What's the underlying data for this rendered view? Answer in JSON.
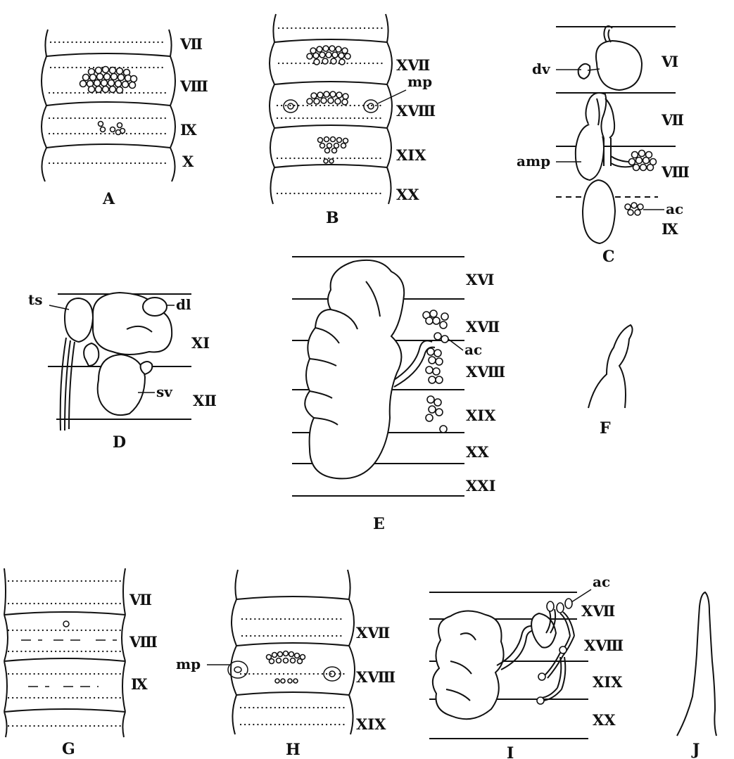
{
  "panels": {
    "A": {
      "label": "A",
      "segments": [
        "Ⅶ",
        "Ⅷ",
        "Ⅸ",
        "Ⅹ"
      ]
    },
    "B": {
      "label": "B",
      "segments": [
        "XⅦ",
        "XⅧ",
        "XIX",
        "XX"
      ],
      "callouts": {
        "mp": "mp"
      }
    },
    "C": {
      "label": "C",
      "segments": [
        "Ⅵ",
        "Ⅶ",
        "Ⅷ",
        "Ⅸ"
      ],
      "callouts": {
        "dv": "dv",
        "amp": "amp",
        "ac": "ac"
      }
    },
    "D": {
      "label": "D",
      "segments": [
        "XI",
        "XⅡ"
      ],
      "callouts": {
        "ts": "ts",
        "dl": "dl",
        "sv": "sv"
      }
    },
    "E": {
      "label": "E",
      "segments": [
        "XⅥ",
        "XⅦ",
        "XⅧ",
        "XIX",
        "XX",
        "XXI"
      ],
      "callouts": {
        "ac": "ac"
      }
    },
    "F": {
      "label": "F"
    },
    "G": {
      "label": "G",
      "segments": [
        "Ⅶ",
        "Ⅷ",
        "Ⅸ"
      ]
    },
    "H": {
      "label": "H",
      "segments": [
        "XⅦ",
        "XⅧ",
        "XIX"
      ],
      "callouts": {
        "mp": "mp"
      }
    },
    "I": {
      "label": "I",
      "segments": [
        "XⅦ",
        "XⅧ",
        "XIX",
        "XX"
      ],
      "callouts": {
        "ac": "ac"
      }
    },
    "J": {
      "label": "J"
    }
  }
}
